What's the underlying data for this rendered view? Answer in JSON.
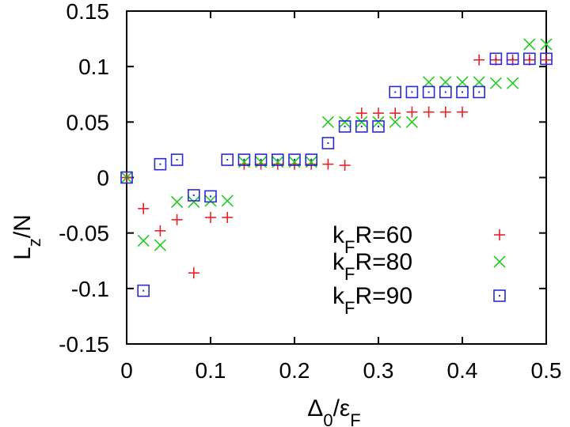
{
  "chart_data": {
    "type": "scatter",
    "xlabel": "Δ0/εF",
    "ylabel": "Lz/N",
    "xlim": [
      0,
      0.5
    ],
    "ylim": [
      -0.15,
      0.15
    ],
    "xticks": [
      "0",
      "0.1",
      "0.2",
      "0.3",
      "0.4",
      "0.5"
    ],
    "yticks": [
      "0.15",
      "0.1",
      "0.05",
      "0",
      "-0.05",
      "-0.1",
      "-0.15"
    ],
    "legend_position": "bottom-right",
    "series": [
      {
        "name": "kFR=60",
        "marker": "plus",
        "color": "#e8212a",
        "x": [
          0,
          0.02,
          0.04,
          0.06,
          0.08,
          0.1,
          0.12,
          0.14,
          0.16,
          0.18,
          0.2,
          0.22,
          0.24,
          0.26,
          0.28,
          0.3,
          0.32,
          0.34,
          0.36,
          0.38,
          0.4,
          0.42,
          0.44,
          0.46,
          0.48,
          0.5
        ],
        "y": [
          0,
          -0.028,
          -0.048,
          -0.038,
          -0.086,
          -0.036,
          -0.036,
          0.012,
          0.012,
          0.012,
          0.012,
          0.012,
          0.012,
          0.011,
          0.058,
          0.058,
          0.058,
          0.059,
          0.059,
          0.059,
          0.059,
          0.106,
          0.106,
          0.106,
          0.106,
          0.106
        ]
      },
      {
        "name": "kFR=80",
        "marker": "cross",
        "color": "#21cc1f",
        "x": [
          0,
          0.02,
          0.04,
          0.06,
          0.08,
          0.1,
          0.12,
          0.14,
          0.16,
          0.18,
          0.2,
          0.22,
          0.24,
          0.26,
          0.28,
          0.3,
          0.32,
          0.34,
          0.36,
          0.38,
          0.4,
          0.42,
          0.44,
          0.46,
          0.48,
          0.5
        ],
        "y": [
          0,
          -0.057,
          -0.061,
          -0.022,
          -0.022,
          -0.021,
          -0.021,
          0.014,
          0.014,
          0.014,
          0.014,
          0.014,
          0.05,
          0.05,
          0.05,
          0.05,
          0.05,
          0.05,
          0.086,
          0.086,
          0.086,
          0.086,
          0.085,
          0.085,
          0.12,
          0.12
        ]
      },
      {
        "name": "kFR=90",
        "marker": "square",
        "color": "#2a2ad2",
        "x": [
          0,
          0.02,
          0.04,
          0.06,
          0.08,
          0.1,
          0.12,
          0.14,
          0.16,
          0.18,
          0.2,
          0.22,
          0.24,
          0.26,
          0.28,
          0.3,
          0.32,
          0.34,
          0.36,
          0.38,
          0.4,
          0.42,
          0.44,
          0.46,
          0.48,
          0.5
        ],
        "y": [
          0,
          -0.102,
          0.012,
          0.016,
          -0.016,
          -0.017,
          0.016,
          0.016,
          0.016,
          0.016,
          0.016,
          0.016,
          0.031,
          0.046,
          0.046,
          0.046,
          0.077,
          0.077,
          0.077,
          0.077,
          0.077,
          0.077,
          0.107,
          0.107,
          0.107,
          0.107
        ]
      }
    ]
  }
}
